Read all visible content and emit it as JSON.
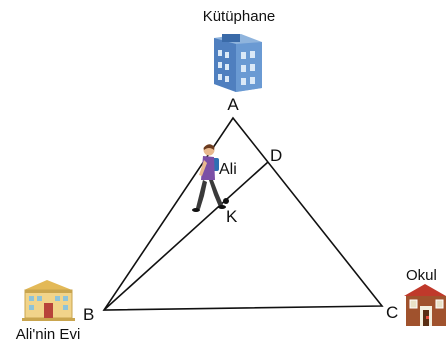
{
  "points": {
    "A": "A",
    "B": "B",
    "C": "C",
    "D": "D",
    "K": "K"
  },
  "places": {
    "library": "Kütüphane",
    "school": "Okul",
    "home": "Ali'nin Evi"
  },
  "person": {
    "name": "Ali"
  },
  "colors": {
    "line": "#111111",
    "library_building": "#5b8fc9",
    "school_roof": "#c0392b",
    "home_wall": "#f1d48a",
    "shirt": "#7b4fa6"
  }
}
